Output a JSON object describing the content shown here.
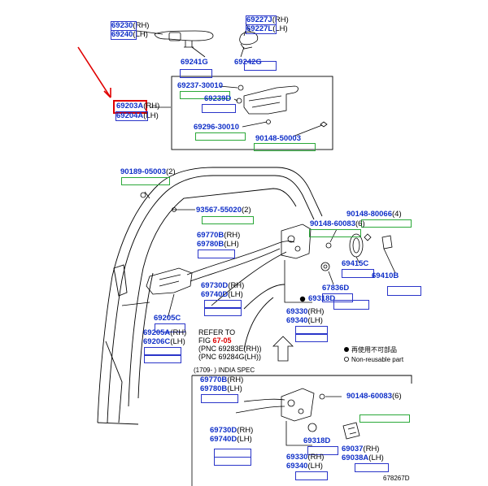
{
  "callouts": {
    "c69230": {
      "pn": "69230",
      "sfx": "(RH)"
    },
    "c69240": {
      "pn": "69240",
      "sfx": "(LH)"
    },
    "c69227J": {
      "pn": "69227J",
      "sfx": "(RH)"
    },
    "c69227L": {
      "pn": "69227L",
      "sfx": "(LH)"
    },
    "c69241G": {
      "pn": "69241G",
      "sfx": ""
    },
    "c69242G": {
      "pn": "69242G",
      "sfx": ""
    },
    "c69237": {
      "pn": "69237-30010",
      "sfx": ""
    },
    "c69239D": {
      "pn": "69239D",
      "sfx": ""
    },
    "c69203A": {
      "pn": "69203A",
      "sfx": "(RH)"
    },
    "c69204A": {
      "pn": "69204A",
      "sfx": "(LH)"
    },
    "c69296": {
      "pn": "69296-30010",
      "sfx": ""
    },
    "c90148_50003": {
      "pn": "90148-50003",
      "sfx": ""
    },
    "c90189": {
      "pn": "90189-05003",
      "sfx": "(2)"
    },
    "c93567": {
      "pn": "93567-55020",
      "sfx": "(2)"
    },
    "c90148_80066": {
      "pn": "90148-80066",
      "sfx": "(4)"
    },
    "c90148_60083a": {
      "pn": "90148-60083",
      "sfx": "(6)"
    },
    "c69770B_1": {
      "pn": "69770B",
      "sfx": "(RH)"
    },
    "c69780B_1": {
      "pn": "69780B",
      "sfx": "(LH)"
    },
    "c69415C": {
      "pn": "69415C",
      "sfx": ""
    },
    "c69410B": {
      "pn": "69410B",
      "sfx": ""
    },
    "c67836D": {
      "pn": "67836D",
      "sfx": ""
    },
    "c69318D_1": {
      "pn": "69318D",
      "sfx": ""
    },
    "c69730D_1": {
      "pn": "69730D",
      "sfx": "(RH)"
    },
    "c69740D_1": {
      "pn": "69740D",
      "sfx": "(LH)"
    },
    "c69330_1": {
      "pn": "69330",
      "sfx": "(RH)"
    },
    "c69340_1": {
      "pn": "69340",
      "sfx": "(LH)"
    },
    "c69205C": {
      "pn": "69205C",
      "sfx": ""
    },
    "c69205A": {
      "pn": "69205A",
      "sfx": "(RH)"
    },
    "c69206C": {
      "pn": "69206C",
      "sfx": "(LH)"
    },
    "c69770B_2": {
      "pn": "69770B",
      "sfx": "(RH)"
    },
    "c69780B_2": {
      "pn": "69780B",
      "sfx": "(LH)"
    },
    "c90148_60083b": {
      "pn": "90148-60083",
      "sfx": "(6)"
    },
    "c69318D_2": {
      "pn": "69318D",
      "sfx": ""
    },
    "c69730D_2": {
      "pn": "69730D",
      "sfx": "(RH)"
    },
    "c69740D_2": {
      "pn": "69740D",
      "sfx": "(LH)"
    },
    "c69037": {
      "pn": "69037",
      "sfx": "(RH)"
    },
    "c69038A": {
      "pn": "69038A",
      "sfx": "(LH)"
    },
    "c69330_2": {
      "pn": "69330",
      "sfx": "(RH)"
    },
    "c69340_2": {
      "pn": "69340",
      "sfx": "(LH)"
    }
  },
  "refer": {
    "line1": "REFER TO",
    "line2_prefix": "FIG ",
    "line2_link": "67-05",
    "line3": "(PNC 69283E(RH))",
    "line4": "(PNC 69284G(LH))"
  },
  "legend": {
    "jp": "再使用不可部品",
    "en": "Non-reusable part"
  },
  "india_spec": "(1709-        ) INDIA SPEC",
  "figure_id": "678267D",
  "colors": {
    "part_number": "#1030c8",
    "highlight": "#e00000",
    "box_blue": "#2a35c9",
    "box_green": "#2aa838"
  }
}
